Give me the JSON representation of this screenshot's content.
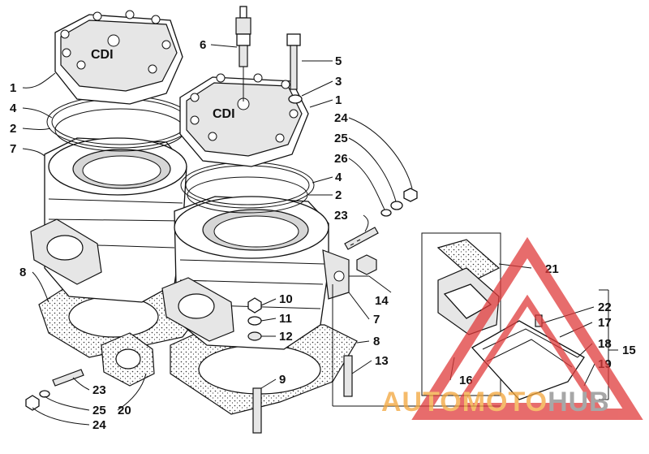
{
  "diagram": {
    "callouts": [
      {
        "id": "c1a",
        "text": "1"
      },
      {
        "id": "c4a",
        "text": "4"
      },
      {
        "id": "c2a",
        "text": "2"
      },
      {
        "id": "c7a",
        "text": "7"
      },
      {
        "id": "c8a",
        "text": "8"
      },
      {
        "id": "c6",
        "text": "6"
      },
      {
        "id": "c5",
        "text": "5"
      },
      {
        "id": "c3",
        "text": "3"
      },
      {
        "id": "c1b",
        "text": "1"
      },
      {
        "id": "c24a",
        "text": "24"
      },
      {
        "id": "c25a",
        "text": "25"
      },
      {
        "id": "c26",
        "text": "26"
      },
      {
        "id": "c4b",
        "text": "4"
      },
      {
        "id": "c2b",
        "text": "2"
      },
      {
        "id": "c23a",
        "text": "23"
      },
      {
        "id": "c21",
        "text": "21"
      },
      {
        "id": "c14",
        "text": "14"
      },
      {
        "id": "c10",
        "text": "10"
      },
      {
        "id": "c11",
        "text": "11"
      },
      {
        "id": "c12",
        "text": "12"
      },
      {
        "id": "c7b",
        "text": "7"
      },
      {
        "id": "c8b",
        "text": "8"
      },
      {
        "id": "c22",
        "text": "22"
      },
      {
        "id": "c17",
        "text": "17"
      },
      {
        "id": "c18",
        "text": "18"
      },
      {
        "id": "c15",
        "text": "15"
      },
      {
        "id": "c19",
        "text": "19"
      },
      {
        "id": "c13",
        "text": "13"
      },
      {
        "id": "c9",
        "text": "9"
      },
      {
        "id": "c16",
        "text": "16"
      },
      {
        "id": "c23b",
        "text": "23"
      },
      {
        "id": "c25b",
        "text": "25"
      },
      {
        "id": "c20",
        "text": "20"
      },
      {
        "id": "c24b",
        "text": "24"
      }
    ],
    "head_marking": "CDI"
  },
  "watermark": {
    "part1": "AUTOMOTO",
    "part2": "HUB",
    "color_red": "#e03b3b",
    "color_orange": "#f2a53a",
    "color_gray": "#8a8a8a"
  }
}
